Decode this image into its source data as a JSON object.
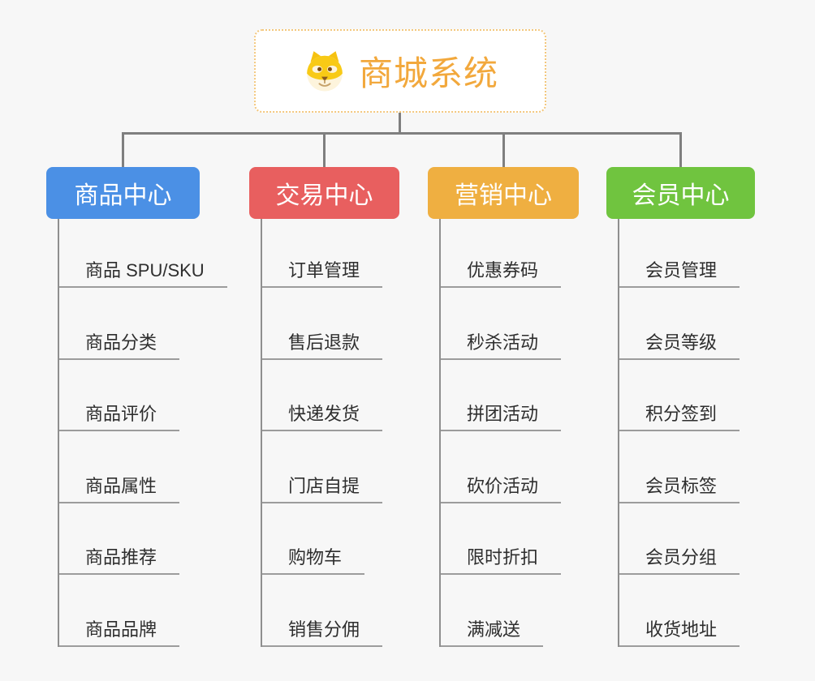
{
  "page": {
    "background": "#f7f7f7",
    "connector_color": "#7f7f7f",
    "leaf_line_color": "#9c9c9c"
  },
  "root": {
    "title": "商城系统",
    "icon": "dog-icon",
    "title_color": "#f2a83c",
    "border_color": "#f3c77d"
  },
  "branches": [
    {
      "label": "商品中心",
      "color": "#4b90e5",
      "items": [
        "商品 SPU/SKU",
        "商品分类",
        "商品评价",
        "商品属性",
        "商品推荐",
        "商品品牌"
      ]
    },
    {
      "label": "交易中心",
      "color": "#e85f5f",
      "items": [
        "订单管理",
        "售后退款",
        "快递发货",
        "门店自提",
        "购物车",
        "销售分佣"
      ]
    },
    {
      "label": "营销中心",
      "color": "#efaf41",
      "items": [
        "优惠券码",
        "秒杀活动",
        "拼团活动",
        "砍价活动",
        "限时折扣",
        "满减送"
      ]
    },
    {
      "label": "会员中心",
      "color": "#70c43f",
      "items": [
        "会员管理",
        "会员等级",
        "积分签到",
        "会员标签",
        "会员分组",
        "收货地址"
      ]
    }
  ]
}
